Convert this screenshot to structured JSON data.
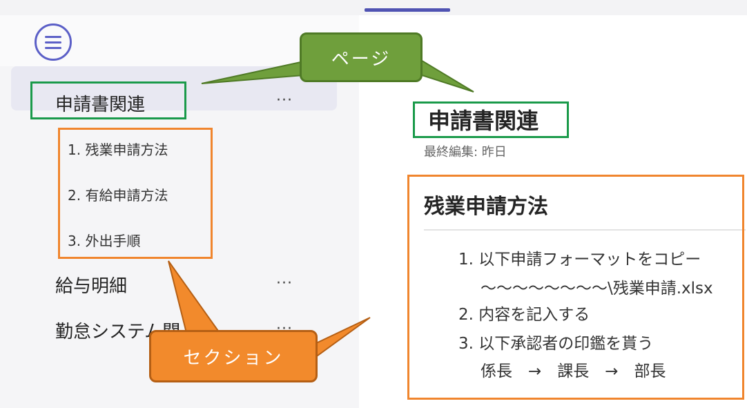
{
  "nav": {
    "menu_icon": "hamburger-menu-icon",
    "pages": [
      {
        "label": "申請書関連",
        "more": "···"
      },
      {
        "label": "給与明細",
        "more": "···"
      },
      {
        "label": "勤怠システム関",
        "more": "···"
      }
    ],
    "sections": [
      "1. 残業申請方法",
      "2. 有給申請方法",
      "3. 外出手順"
    ]
  },
  "content": {
    "page_title": "申請書関連",
    "last_edited": "最終編集: 昨日",
    "section_heading": "残業申請方法",
    "steps": [
      "1. 以下申請フォーマットをコピー",
      "〜〜〜〜〜〜〜〜\\残業申請.xlsx",
      "2. 内容を記入する",
      "3. 以下承認者の印鑑を貰う",
      "係長　→　課長　→　部長"
    ]
  },
  "annotations": {
    "page_label": "ページ",
    "section_label": "セクション"
  },
  "colors": {
    "accent": "#5b5fc7",
    "green_box": "#1a9a4a",
    "orange_box": "#f0852d",
    "green_callout": "#6f9f3c",
    "orange_callout": "#f28a2c"
  }
}
